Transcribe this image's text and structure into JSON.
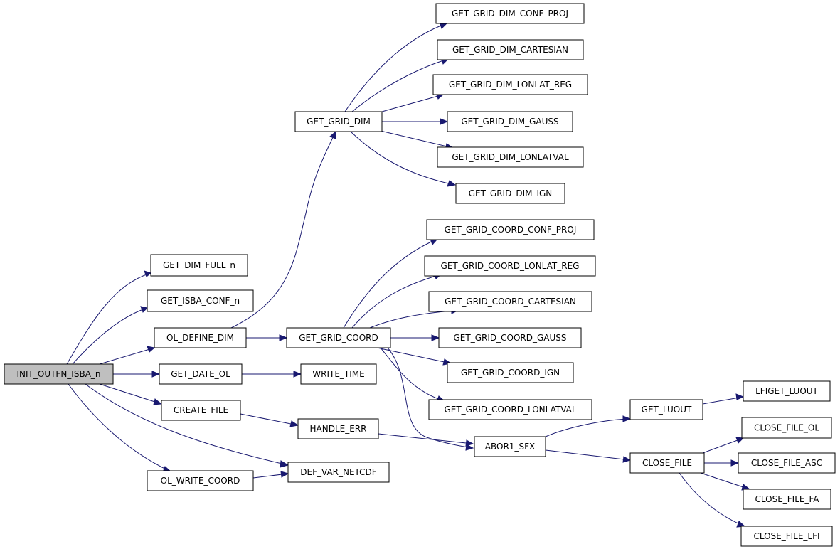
{
  "nodes": {
    "init_outfn_isba_n": "INIT_OUTFN_ISBA_n",
    "get_dim_full_n": "GET_DIM_FULL_n",
    "get_isba_conf_n": "GET_ISBA_CONF_n",
    "ol_define_dim": "OL_DEFINE_DIM",
    "get_date_ol": "GET_DATE_OL",
    "create_file": "CREATE_FILE",
    "ol_write_coord": "OL_WRITE_COORD",
    "get_grid_dim": "GET_GRID_DIM",
    "get_grid_coord": "GET_GRID_COORD",
    "write_time": "WRITE_TIME",
    "handle_err": "HANDLE_ERR",
    "def_var_netcdf": "DEF_VAR_NETCDF",
    "get_grid_dim_conf_proj": "GET_GRID_DIM_CONF_PROJ",
    "get_grid_dim_cartesian": "GET_GRID_DIM_CARTESIAN",
    "get_grid_dim_lonlat_reg": "GET_GRID_DIM_LONLAT_REG",
    "get_grid_dim_gauss": "GET_GRID_DIM_GAUSS",
    "get_grid_dim_lonlatval": "GET_GRID_DIM_LONLATVAL",
    "get_grid_dim_ign": "GET_GRID_DIM_IGN",
    "get_grid_coord_conf_proj": "GET_GRID_COORD_CONF_PROJ",
    "get_grid_coord_lonlat_reg": "GET_GRID_COORD_LONLAT_REG",
    "get_grid_coord_cartesian": "GET_GRID_COORD_CARTESIAN",
    "get_grid_coord_gauss": "GET_GRID_COORD_GAUSS",
    "get_grid_coord_ign": "GET_GRID_COORD_IGN",
    "get_grid_coord_lonlatval": "GET_GRID_COORD_LONLATVAL",
    "abor1_sfx": "ABOR1_SFX",
    "get_luout": "GET_LUOUT",
    "close_file": "CLOSE_FILE",
    "lfiget_luout": "LFIGET_LUOUT",
    "close_file_ol": "CLOSE_FILE_OL",
    "close_file_asc": "CLOSE_FILE_ASC",
    "close_file_fa": "CLOSE_FILE_FA",
    "close_file_lfi": "CLOSE_FILE_LFI"
  },
  "colors": {
    "edge": "#191970",
    "root_fill": "#bfbfbf",
    "node_fill": "#ffffff",
    "node_border": "#000000"
  }
}
